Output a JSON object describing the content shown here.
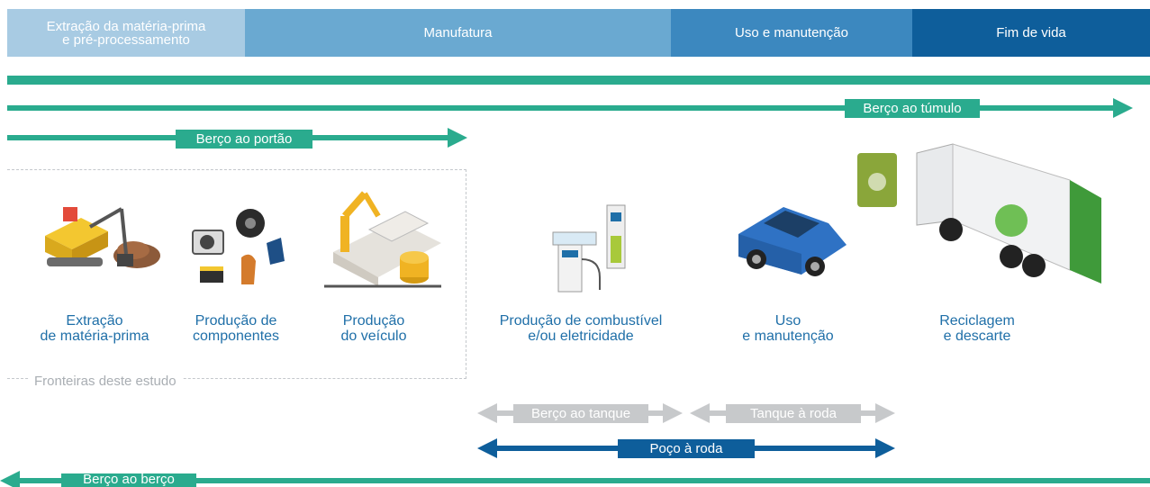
{
  "phases": [
    {
      "line1": "Extração da matéria-prima",
      "line2": "e pré-processamento",
      "color": "#a8cbe3"
    },
    {
      "label": "Manufatura",
      "color": "#6aa9d1"
    },
    {
      "label": "Uso e manutenção",
      "color": "#3c88bf"
    },
    {
      "label": "Fim de vida",
      "color": "#0e5e9b"
    }
  ],
  "arrows": {
    "berco_tumulo": "Berço ao túmulo",
    "berco_portao": "Berço ao portão",
    "berco_tanque": "Berço ao tanque",
    "tanque_roda": "Tanque à roda",
    "poco_roda": "Poço à roda",
    "berco_berco": "Berço ao berço"
  },
  "boundary_label": "Fronteiras deste estudo",
  "stages": [
    {
      "line1": "Extração",
      "line2": "de matéria-prima",
      "icon": "mining-excavator-icon"
    },
    {
      "line1": "Produção de",
      "line2": "componentes",
      "icon": "components-icon"
    },
    {
      "line1": "Produção",
      "line2": "do veículo",
      "icon": "robot-arm-assembly-icon"
    },
    {
      "line1": "Produção de combustível",
      "line2": "e/ou eletricidade",
      "icon": "fuel-charging-station-icon"
    },
    {
      "line1": "Uso",
      "line2": "e manutenção",
      "icon": "car-icon"
    },
    {
      "line1": "Reciclagem",
      "line2": "e descarte",
      "icon": "garbage-truck-icon"
    }
  ],
  "colors": {
    "teal": "#2aab8e",
    "gray": "#c7c9cb",
    "blue": "#0e5e9b"
  }
}
